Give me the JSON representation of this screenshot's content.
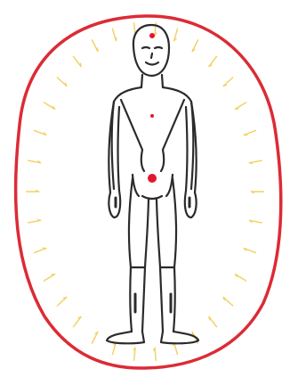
{
  "colors": {
    "aura": "#dc2b36",
    "rays": "#f2c94c",
    "outline": "#2b2b2b",
    "points": "#e0182b",
    "background": "#ffffff"
  },
  "figure": {
    "subject": "standing-figure",
    "energy_points": [
      "forehead",
      "chest",
      "navel"
    ]
  }
}
